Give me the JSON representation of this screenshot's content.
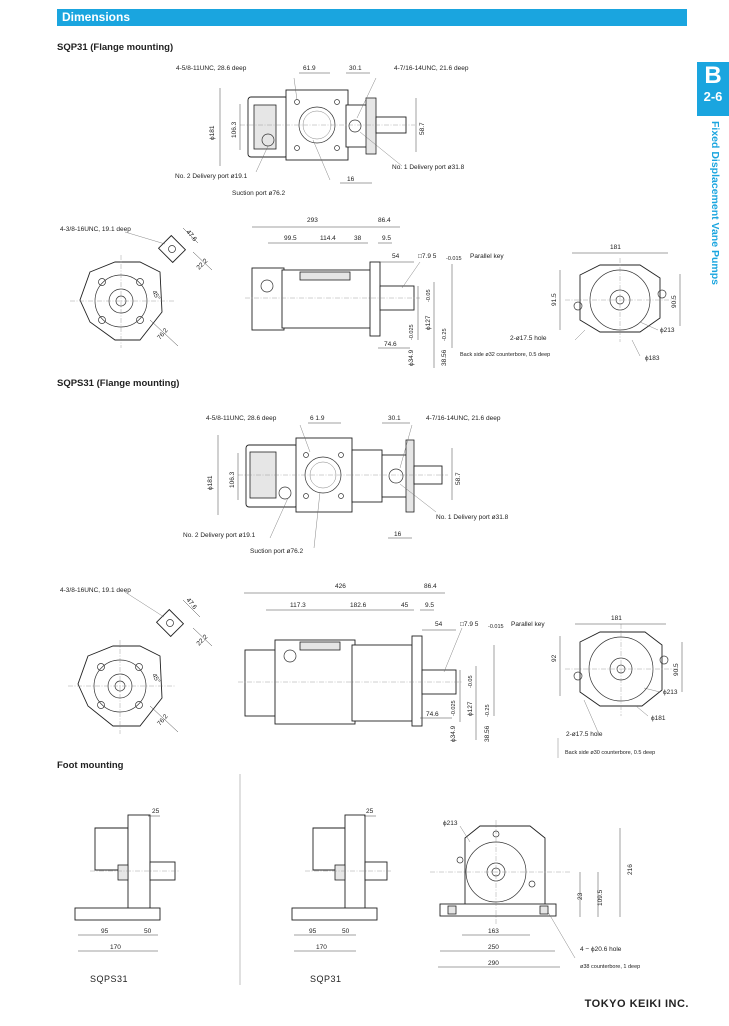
{
  "header": {
    "title": "Dimensions"
  },
  "side_tab": {
    "letter": "B",
    "page": "2-6",
    "category": "Fixed Displacement Vane Pumps"
  },
  "footer": {
    "company": "TOKYO KEIKI INC."
  },
  "sqp31": {
    "title": "SQP31 (Flange mounting)",
    "top": {
      "tap1": "4-5/8-11UNC, 28.6 deep",
      "d61_9": "61.9",
      "d30_1": "30.1",
      "tap2": "4-7/16-14UNC, 21.6 deep",
      "phi181": "ϕ181",
      "d106_3": "106.3",
      "d58_7": "58.7",
      "del2": "No. 2 Delivery port ø19.1",
      "del1": "No. 1 Delivery port ø31.8",
      "suction": "Suction port ø76.2",
      "d16": "16"
    },
    "bottom": {
      "tap3": "4-3/8-16UNC, 19.1 deep",
      "d47_6": "47.6",
      "d22_2": "22.2",
      "d45": "45°",
      "d76_2": "76.2",
      "d293": "293",
      "d86_4": "86.4",
      "d99_5": "99.5",
      "d114_4": "114.4",
      "d38": "38",
      "d9_5": "9.5",
      "d54": "54",
      "key_val": "□7.9 5",
      "key_tol": "-0.015",
      "key_label": "Parallel key",
      "phi127": "ϕ127",
      "phi127_tol": "-0.05",
      "d74_6": "74.6",
      "phi34_9": "ϕ34.9",
      "phi34_9_tol": "-0.025",
      "d38_56": "38.56",
      "d38_56_tol": "-0.25",
      "d181": "181",
      "d91_5": "91.5",
      "d90_5": "90.5",
      "hole": "2-ø17.5 hole",
      "counterbore": "Back side ø32 counterbore, 0.5 deep",
      "phi213": "ϕ213",
      "phi183": "ϕ183"
    }
  },
  "sqps31": {
    "title": "SQPS31 (Flange mounting)",
    "top": {
      "tap1": "4-5/8-11UNC, 28.6 deep",
      "d61_9": "6 1.9",
      "d30_1": "30.1",
      "tap2": "4-7/16-14UNC, 21.6 deep",
      "phi181": "ϕ181",
      "d106_3": "106.3",
      "d58_7": "58.7",
      "del1": "No. 1 Delivery port ø31.8",
      "del2": "No. 2 Delivery port ø19.1",
      "suction": "Suction port ø76.2",
      "d16": "16"
    },
    "bottom": {
      "tap3": "4-3/8-16UNC, 19.1 deep",
      "d47_6": "47.6",
      "d22_2": "22.2",
      "d45": "45°",
      "d76_2": "76.2",
      "d426": "426",
      "d86_4": "86.4",
      "d117_3": "117.3",
      "d182_6": "182.6",
      "d45b": "45",
      "d9_5": "9.5",
      "d54": "54",
      "key_val": "□7.9 5",
      "key_tol": "-0.015",
      "key_label": "Parallel key",
      "phi127": "ϕ127",
      "phi127_tol": "-0.05",
      "d74_6": "74.6",
      "phi34_9": "ϕ34.9",
      "phi34_9_tol": "-0.025",
      "d38_56": "38.56",
      "d38_56_tol": "-0.25",
      "d181": "181",
      "d92": "92",
      "d90_5": "90.5",
      "phi213": "ϕ213",
      "phi181b": "ϕ181",
      "hole": "2-ø17.5 hole",
      "counterbore": "Back side ø30 counterbore, 0.5 deep"
    }
  },
  "foot": {
    "title": "Foot mounting",
    "left": {
      "d25": "25",
      "d95": "95",
      "d50": "50",
      "d170": "170",
      "caption": "SQPS31"
    },
    "mid": {
      "d25": "25",
      "d95": "95",
      "d50": "50",
      "d170": "170",
      "caption": "SQP31"
    },
    "right": {
      "phi213": "ϕ213",
      "d216": "216",
      "d109_5": "109.5",
      "d23": "23",
      "d163": "163",
      "d250": "250",
      "d290": "290",
      "hole": "4 − ϕ20.6 hole",
      "counterbore": "ø38 counterbore, 1 deep"
    }
  }
}
